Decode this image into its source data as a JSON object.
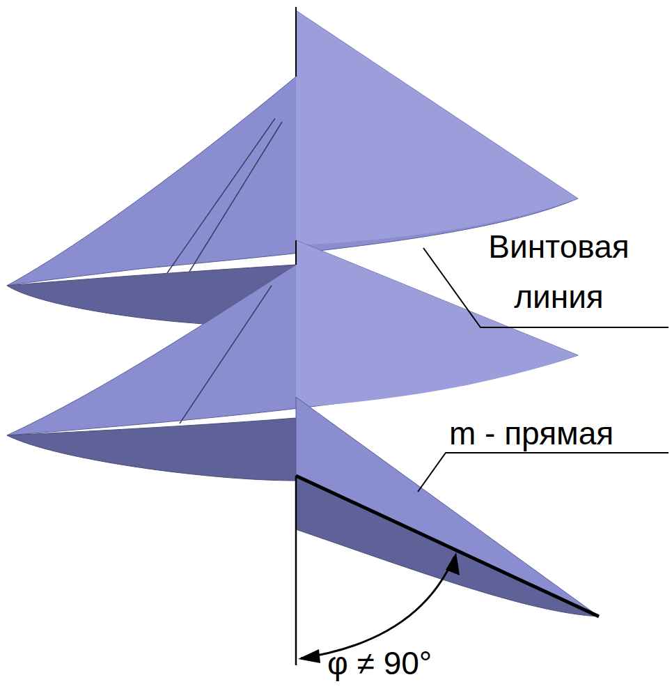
{
  "diagram": {
    "labels": [
      "Винтовая линия",
      "m - прямая",
      "φ ≠ 90°"
    ]
  }
}
